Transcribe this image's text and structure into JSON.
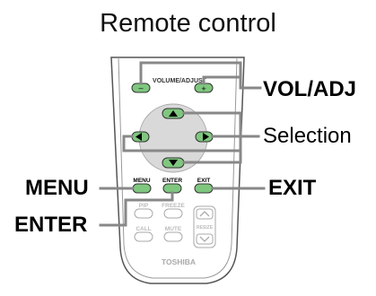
{
  "title": "Remote control",
  "callouts": {
    "vol_adj": "VOL/ADJ",
    "selection": "Selection",
    "menu": "MENU",
    "exit": "EXIT",
    "enter": "ENTER"
  },
  "remote": {
    "volume_label": "VOLUME/ADJUST",
    "menu_label": "MENU",
    "enter_label": "ENTER",
    "exit_label": "EXIT",
    "pip_label": "PIP",
    "freeze_label": "FREEZE",
    "call_label": "CALL",
    "mute_label": "MUTE",
    "resize_label": "RESIZE",
    "brand": "TOSHIBA"
  },
  "colors": {
    "active_button": "#7fc77f",
    "selection_pad": "#d9d9d9",
    "leader_line": "#888888"
  }
}
